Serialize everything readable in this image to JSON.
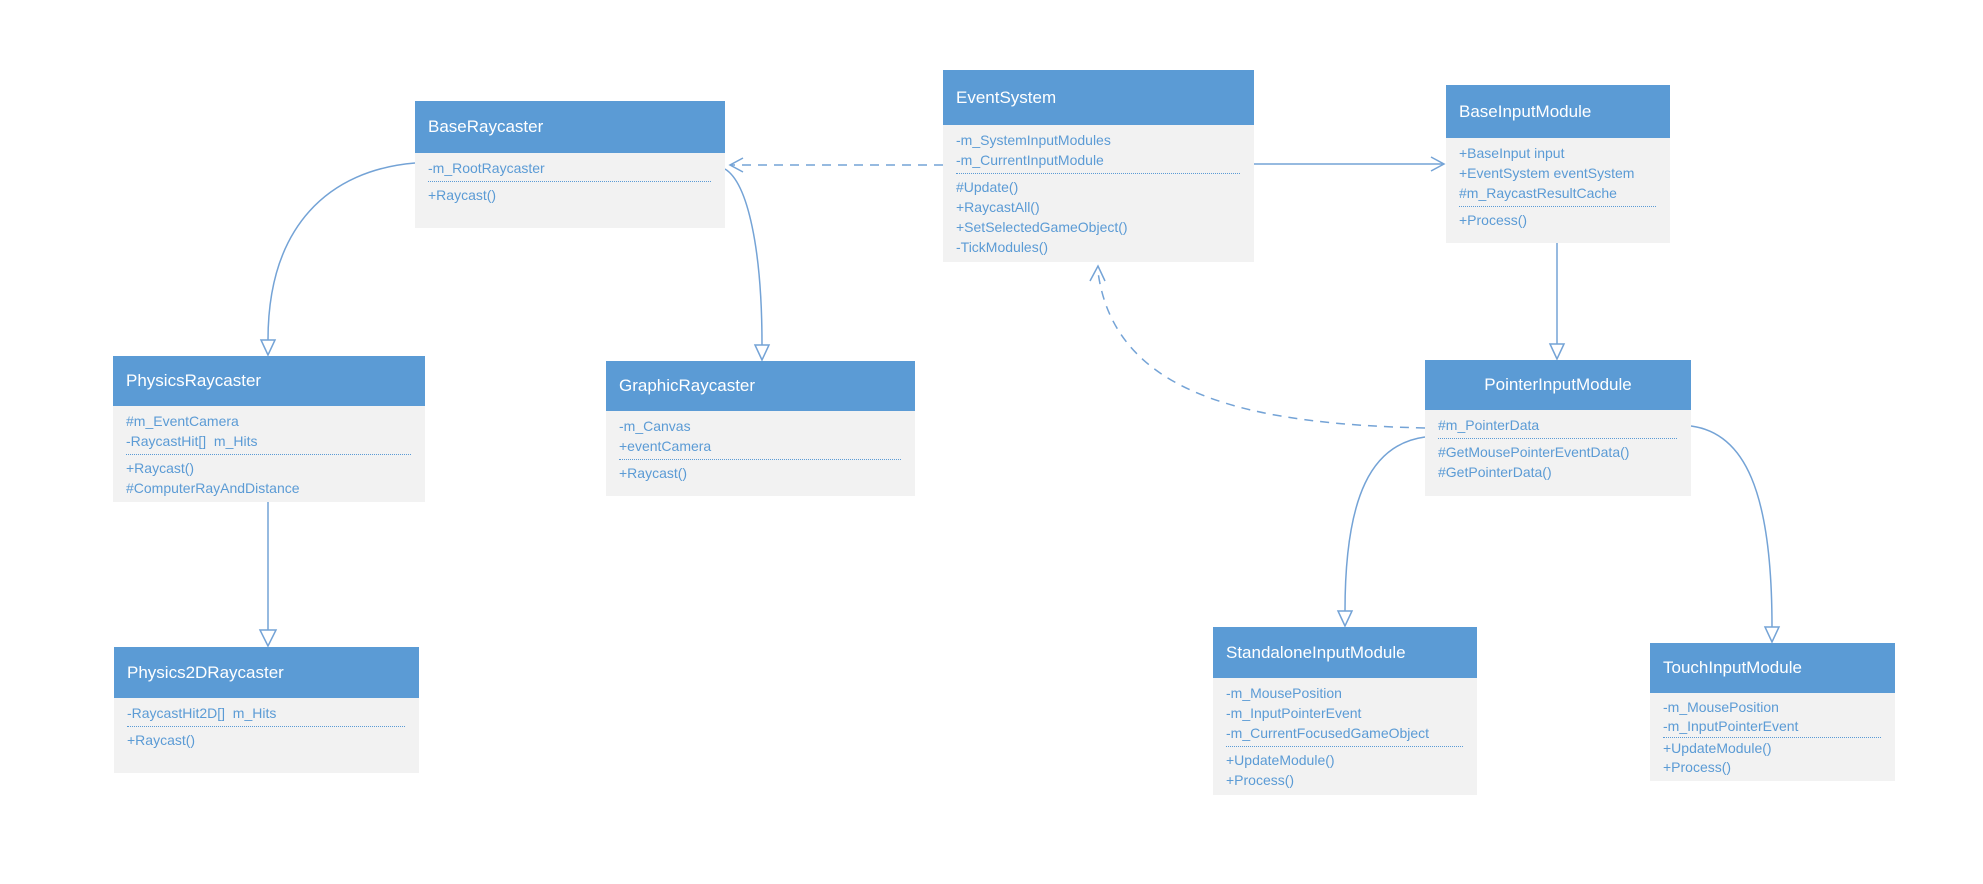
{
  "colors": {
    "header_fill": "#5B9BD5",
    "body_fill": "#F2F2F2",
    "header_text": "#FFFFFF",
    "member_text": "#5B9BD5",
    "connector": "#74A3D6"
  },
  "classes": [
    {
      "name": "BaseRaycaster",
      "attributes": [
        "-m_RootRaycaster"
      ],
      "methods": [
        "+Raycast()"
      ]
    },
    {
      "name": "EventSystem",
      "attributes": [
        "-m_SystemInputModules",
        "-m_CurrentInputModule"
      ],
      "methods": [
        "#Update()",
        "+RaycastAll()",
        "+SetSelectedGameObject()",
        "-TickModules()"
      ]
    },
    {
      "name": "BaseInputModule",
      "attributes": [
        "+BaseInput input",
        "+EventSystem eventSystem",
        "#m_RaycastResultCache"
      ],
      "methods": [
        "+Process()"
      ]
    },
    {
      "name": "PhysicsRaycaster",
      "attributes": [
        "#m_EventCamera",
        "-RaycastHit[]  m_Hits"
      ],
      "methods": [
        "+Raycast()",
        "#ComputerRayAndDistance"
      ]
    },
    {
      "name": "GraphicRaycaster",
      "attributes": [
        "-m_Canvas",
        "+eventCamera"
      ],
      "methods": [
        "+Raycast()"
      ]
    },
    {
      "name": "PointerInputModule",
      "attributes": [
        "#m_PointerData"
      ],
      "methods": [
        "#GetMousePointerEventData()",
        "#GetPointerData()"
      ]
    },
    {
      "name": "Physics2DRaycaster",
      "attributes": [
        "-RaycastHit2D[]  m_Hits"
      ],
      "methods": [
        "+Raycast()"
      ]
    },
    {
      "name": "StandaloneInputModule",
      "attributes": [
        "-m_MousePosition",
        "-m_InputPointerEvent",
        "-m_CurrentFocusedGameObject"
      ],
      "methods": [
        "+UpdateModule()",
        "+Process()"
      ]
    },
    {
      "name": "TouchInputModule",
      "attributes": [
        "-m_MousePosition",
        "-m_InputPointerEvent"
      ],
      "methods": [
        "+UpdateModule()",
        "+Process()"
      ]
    }
  ],
  "relationships": [
    {
      "from": "BaseRaycaster",
      "to": "PhysicsRaycaster",
      "line": "solid",
      "arrow": "hollow-triangle"
    },
    {
      "from": "BaseRaycaster",
      "to": "GraphicRaycaster",
      "line": "solid",
      "arrow": "hollow-triangle"
    },
    {
      "from": "EventSystem",
      "to": "BaseRaycaster",
      "line": "dashed",
      "arrow": "open-chevron"
    },
    {
      "from": "EventSystem",
      "to": "BaseInputModule",
      "line": "solid",
      "arrow": "open-chevron"
    },
    {
      "from": "BaseInputModule",
      "to": "PointerInputModule",
      "line": "solid",
      "arrow": "hollow-triangle"
    },
    {
      "from": "PointerInputModule",
      "to": "EventSystem",
      "line": "dashed",
      "arrow": "open-chevron"
    },
    {
      "from": "PointerInputModule",
      "to": "StandaloneInputModule",
      "line": "solid",
      "arrow": "hollow-triangle"
    },
    {
      "from": "PointerInputModule",
      "to": "TouchInputModule",
      "line": "solid",
      "arrow": "hollow-triangle"
    },
    {
      "from": "PhysicsRaycaster",
      "to": "Physics2DRaycaster",
      "line": "solid",
      "arrow": "hollow-triangle"
    }
  ]
}
